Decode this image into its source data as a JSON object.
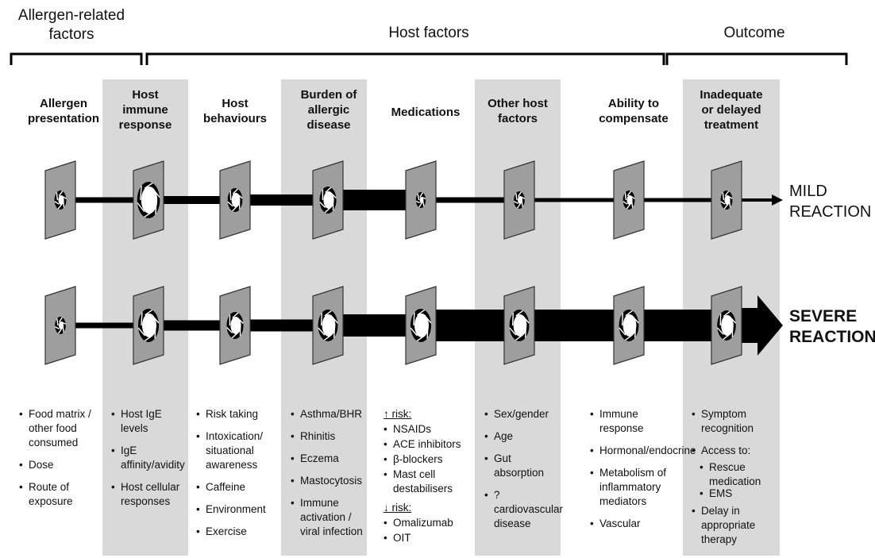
{
  "groups": {
    "allergen": "Allergen-related factors",
    "host": "Host factors",
    "outcome": "Outcome"
  },
  "columns": [
    {
      "title": "Allergen presentation",
      "lines": [
        "Allergen",
        "presentation"
      ]
    },
    {
      "title": "Host immune response",
      "lines": [
        "Host",
        "immune",
        "response"
      ]
    },
    {
      "title": "Host behaviours",
      "lines": [
        "Host",
        "behaviours"
      ]
    },
    {
      "title": "Burden of allergic disease",
      "lines": [
        "Burden of",
        "allergic",
        "disease"
      ]
    },
    {
      "title": "Medications",
      "lines": [
        "Medications"
      ]
    },
    {
      "title": "Other host factors",
      "lines": [
        "Other host",
        "factors"
      ]
    },
    {
      "title": "Ability to compensate",
      "lines": [
        "Ability to",
        "compensate"
      ]
    },
    {
      "title": "Inadequate or delayed treatment",
      "lines": [
        "Inadequate",
        "or delayed",
        "treatment"
      ]
    }
  ],
  "outcomes": {
    "mild": [
      "MILD",
      "REACTION"
    ],
    "severe": [
      "SEVERE",
      "REACTION"
    ]
  },
  "lists": {
    "c0": [
      "Food matrix / other food consumed",
      "Dose",
      "Route of exposure"
    ],
    "c1": [
      "Host IgE levels",
      "IgE affinity/avidity",
      "Host cellular responses"
    ],
    "c2": [
      "Risk taking",
      "Intoxication/ situational awareness",
      "Caffeine",
      "Environment",
      "Exercise"
    ],
    "c3": [
      "Asthma/BHR",
      "Rhinitis",
      "Eczema",
      "Mastocytosis",
      "Immune activation / viral infection"
    ],
    "c4": {
      "up_label": "↑ risk:",
      "up": [
        "NSAIDs",
        "ACE inhibitors",
        "β-blockers",
        "Mast cell destabilisers"
      ],
      "down_label": "↓ risk:",
      "down": [
        "Omalizumab",
        "OIT"
      ]
    },
    "c5": [
      "Sex/gender",
      "Age",
      "Gut absorption",
      "?cardiovascular disease"
    ],
    "c6": [
      "Immune response",
      "Hormonal/endocrine",
      "Metabolism of inflammatory mediators",
      "Vascular"
    ],
    "c7": {
      "items": [
        "Symptom recognition",
        "Access to:"
      ],
      "sub": [
        "Rescue medication",
        "EMS"
      ],
      "last": "Delay in appropriate therapy"
    }
  },
  "colors": {
    "shade": "#d9d9d9",
    "panel": "#9e9e9e",
    "arrow": "#000000"
  }
}
